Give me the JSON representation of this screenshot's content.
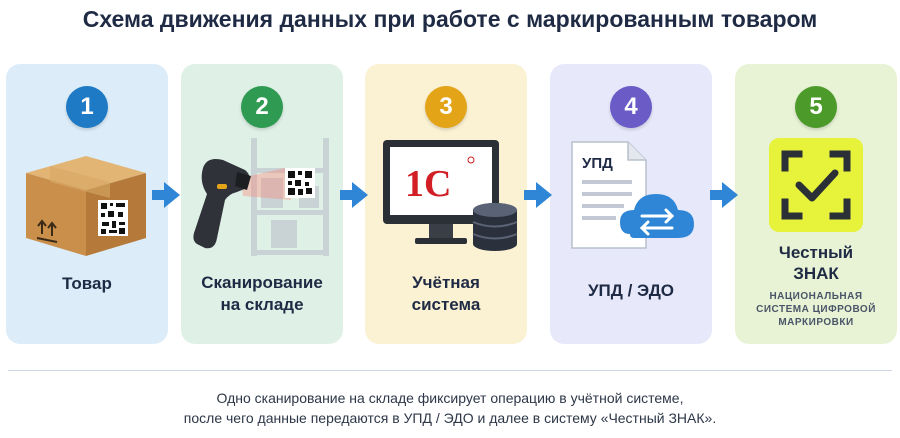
{
  "title": "Схема движения данных при работе с маркированным товаром",
  "steps": [
    {
      "number": "1",
      "label": "Товар",
      "icon": "cardboard-box-icon"
    },
    {
      "number": "2",
      "label_line1": "Сканирование",
      "label_line2": "на складе",
      "icon": "barcode-scanner-icon"
    },
    {
      "number": "3",
      "label_line1": "Учётная",
      "label_line2": "система",
      "icon": "computer-1c-database-icon",
      "logo_text": "1С"
    },
    {
      "number": "4",
      "label": "УПД / ЭДО",
      "icon": "document-cloud-sync-icon",
      "doc_text": "УПД"
    },
    {
      "number": "5",
      "label_line1": "Честный",
      "label_line2": "ЗНАК",
      "sub_line1": "НАЦИОНАЛЬНАЯ",
      "sub_line2": "СИСТЕМА ЦИФРОВОЙ",
      "sub_line3": "МАРКИРОВКИ",
      "icon": "chestny-znak-logo-icon"
    }
  ],
  "caption_line1": "Одно сканирование на складе фиксирует операцию в учётной системе,",
  "caption_line2": "после чего данные передаются в УПД / ЭДО и далее в систему «Честный ЗНАК».",
  "colors": {
    "title": "#1f2a44",
    "arrow": "#2f86d6",
    "step1": "#1e7ac4",
    "step2": "#2f9a52",
    "step3": "#e3a418",
    "step4": "#6a5bc7",
    "step5": "#4c9a2a"
  }
}
